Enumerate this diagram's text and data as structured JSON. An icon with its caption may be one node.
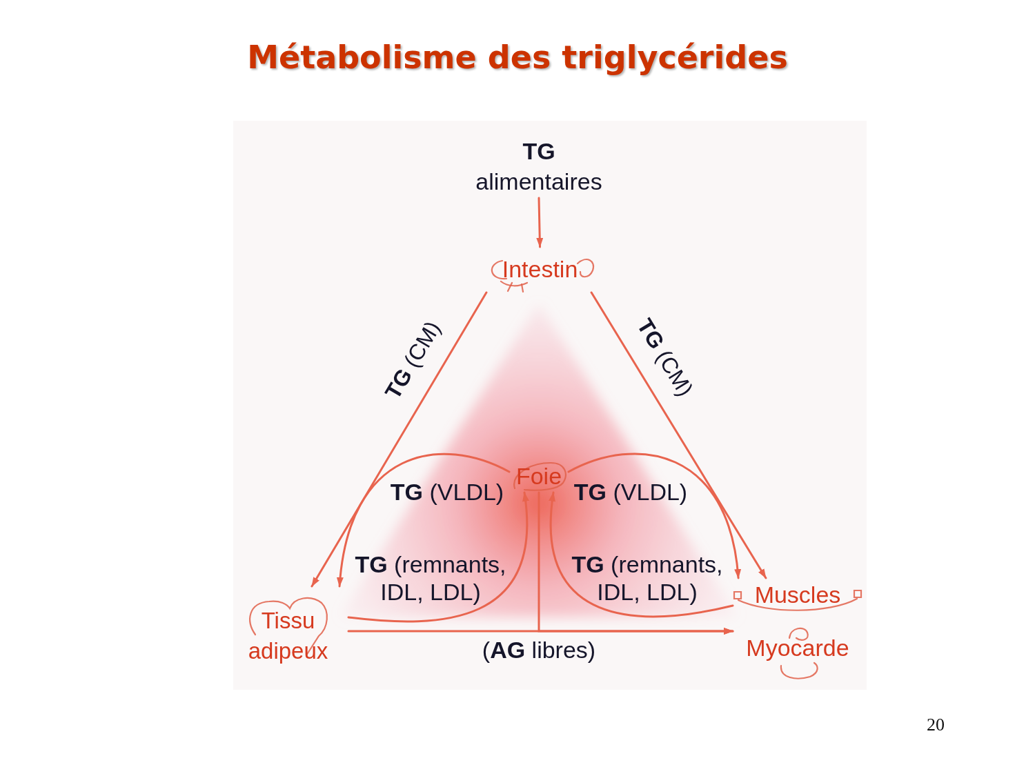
{
  "diagram": {
    "title": "Métabolisme des triglycérides",
    "nodes": [
      {
        "text": [
          "**TG** alimentaires"
        ]
      },
      {
        "text": [
          "Intestin"
        ]
      },
      {
        "text": [
          "Foie"
        ]
      },
      {
        "text": [
          "Tissu adipeux"
        ]
      },
      {
        "text": [
          "Muscles"
        ]
      },
      {
        "text": [
          "Myocarde"
        ]
      }
    ],
    "edges": [
      {
        "from": 0,
        "to": 1,
        "arrow": "to"
      },
      {
        "from": 1,
        "to": 3,
        "arrow": "to",
        "label": "**TG** (CM)"
      },
      {
        "from": 1,
        "to": 4,
        "arrow": "to",
        "label": "**TG** (CM)"
      },
      {
        "from": 2,
        "to": 3,
        "arrow": "to",
        "label": "**TG** (VLDL)"
      },
      {
        "from": 2,
        "to": 4,
        "arrow": "to",
        "label": "**TG** (VLDL)"
      },
      {
        "from": 3,
        "to": 2,
        "arrow": "to",
        "label": "**TG** (remnants, IDL, LDL)"
      },
      {
        "from": 4,
        "to": 2,
        "arrow": "to",
        "label": "**TG** (remnants, IDL, LDL)"
      },
      {
        "from": 3,
        "to": 5,
        "arrow": "to",
        "label": "(**AG** libres)"
      },
      {
        "from": 2,
        "to": 5,
        "arrow": "to"
      }
    ],
    "labels": [
      "20"
    ]
  }
}
